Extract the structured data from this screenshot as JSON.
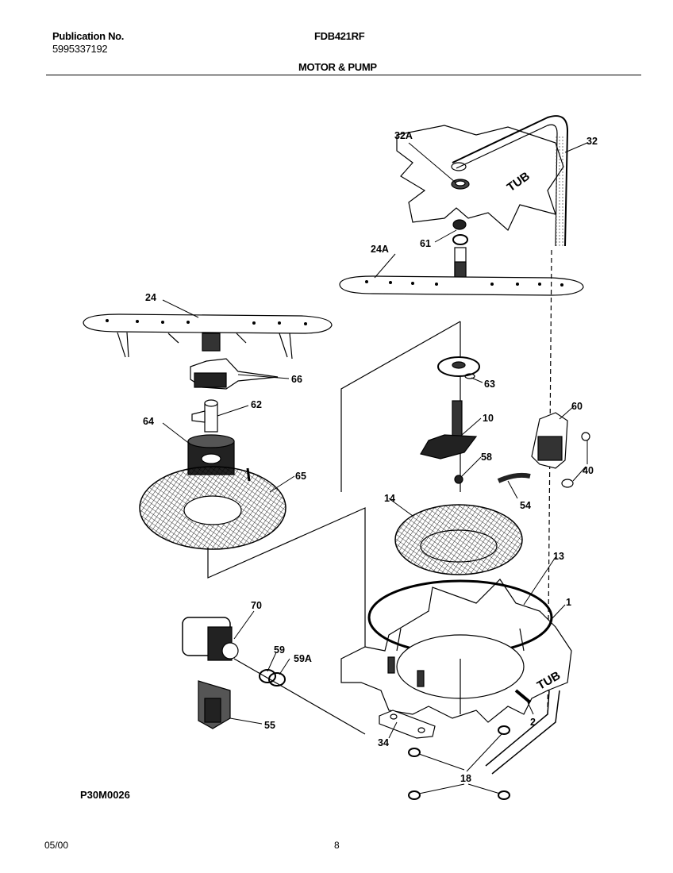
{
  "header": {
    "publication_label": "Publication No.",
    "publication_number": "5995337192",
    "model": "FDB421RF",
    "section_title": "MOTOR & PUMP"
  },
  "diagram": {
    "tub_label": "TUB",
    "drawing_id": "P30M0026",
    "callouts": [
      {
        "key": "32",
        "label": "32"
      },
      {
        "key": "32A",
        "label": "32A"
      },
      {
        "key": "61",
        "label": "61"
      },
      {
        "key": "24A",
        "label": "24A"
      },
      {
        "key": "24",
        "label": "24"
      },
      {
        "key": "66",
        "label": "66"
      },
      {
        "key": "62",
        "label": "62"
      },
      {
        "key": "64",
        "label": "64"
      },
      {
        "key": "65",
        "label": "65"
      },
      {
        "key": "63",
        "label": "63"
      },
      {
        "key": "10",
        "label": "10"
      },
      {
        "key": "60",
        "label": "60"
      },
      {
        "key": "58",
        "label": "58"
      },
      {
        "key": "40",
        "label": "40"
      },
      {
        "key": "54",
        "label": "54"
      },
      {
        "key": "14",
        "label": "14"
      },
      {
        "key": "13",
        "label": "13"
      },
      {
        "key": "1",
        "label": "1"
      },
      {
        "key": "70",
        "label": "70"
      },
      {
        "key": "59",
        "label": "59"
      },
      {
        "key": "59A",
        "label": "59A"
      },
      {
        "key": "55",
        "label": "55"
      },
      {
        "key": "2",
        "label": "2"
      },
      {
        "key": "34",
        "label": "34"
      },
      {
        "key": "18",
        "label": "18"
      }
    ]
  },
  "footer": {
    "date": "05/00",
    "page": "8"
  }
}
